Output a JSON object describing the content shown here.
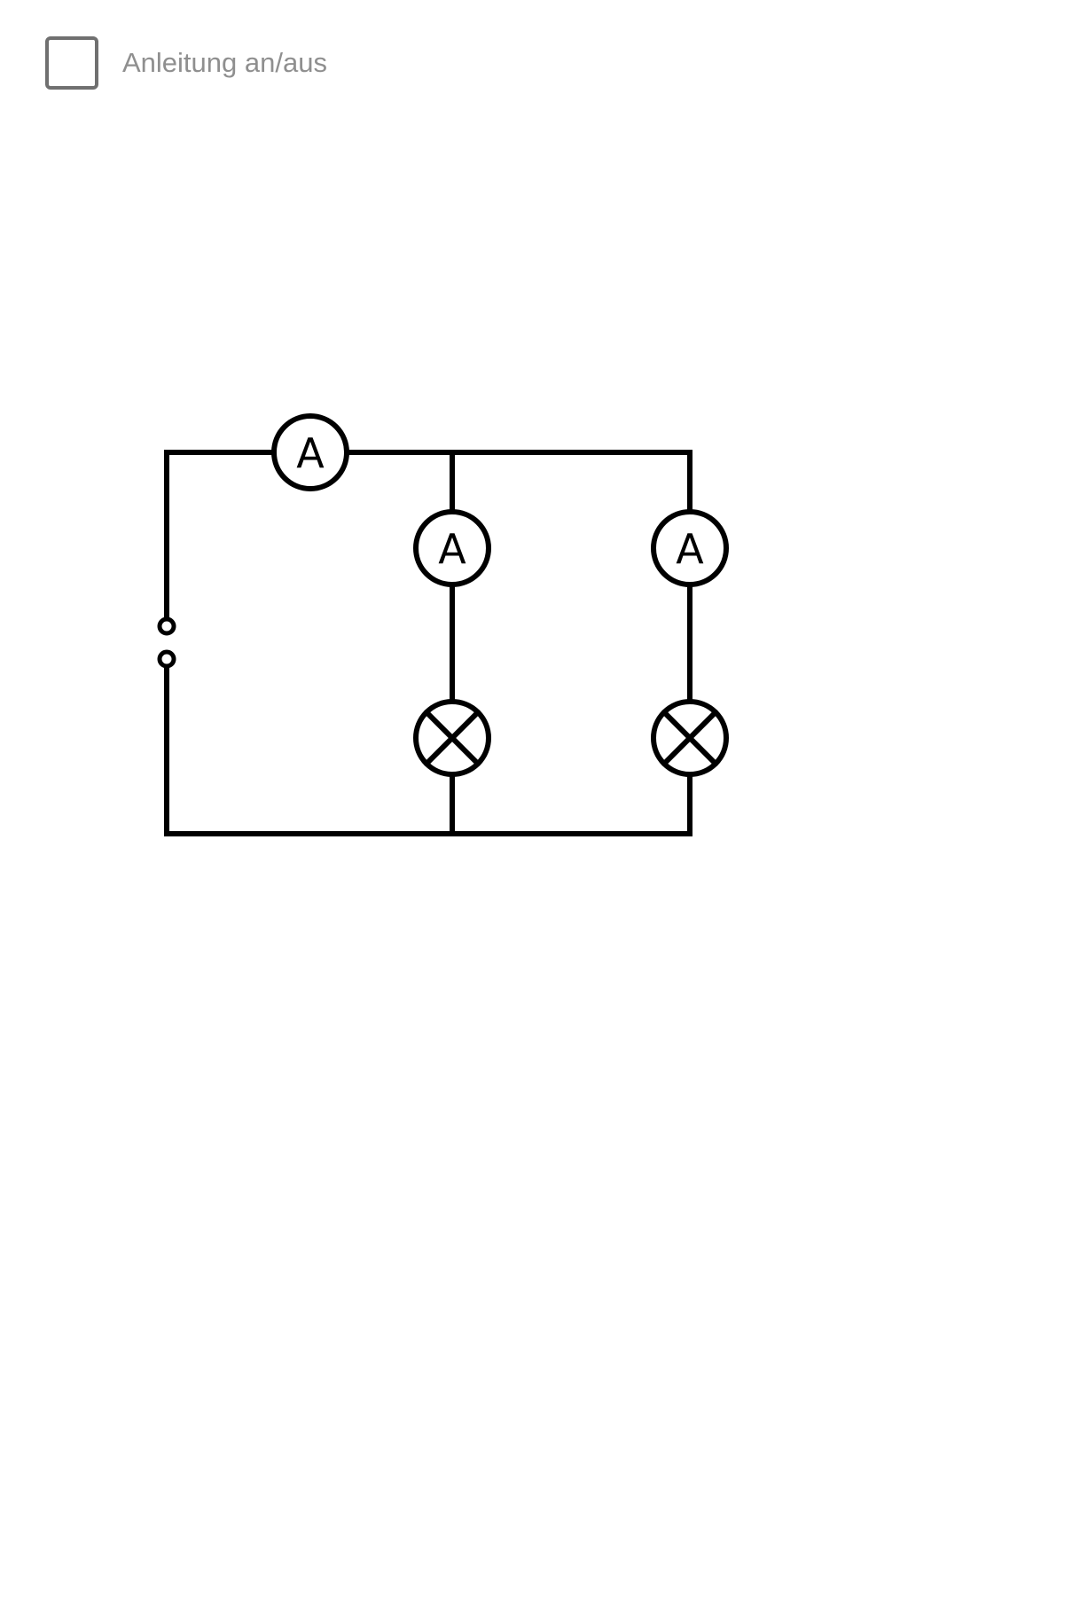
{
  "instruction_toggle": {
    "label": "Anleitung an/aus",
    "checked": false
  },
  "diagram": {
    "ammeters": [
      {
        "id": "ammeter-main",
        "symbol": "A"
      },
      {
        "id": "ammeter-branch-1",
        "symbol": "A"
      },
      {
        "id": "ammeter-branch-2",
        "symbol": "A"
      }
    ],
    "lamps": [
      {
        "id": "lamp-branch-1",
        "icon": "lamp-cross-icon"
      },
      {
        "id": "lamp-branch-2",
        "icon": "lamp-cross-icon"
      }
    ],
    "source": {
      "id": "voltage-source-terminals",
      "icon": "open-terminal-icon"
    },
    "colors": {
      "line": "#000000",
      "label": "#8f8f8f",
      "checkbox_border": "#707070"
    }
  }
}
